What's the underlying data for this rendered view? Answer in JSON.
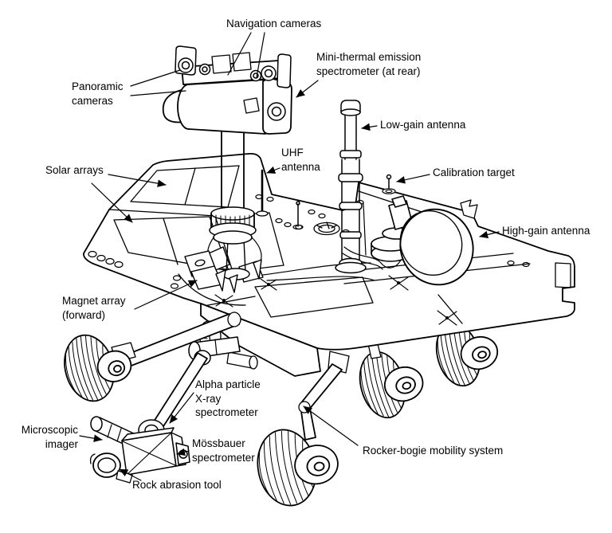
{
  "diagram": {
    "type": "labeled line-art diagram",
    "colors": {
      "background": "#ffffff",
      "line": "#000000",
      "text": "#000000"
    },
    "labels": {
      "navigation_cameras": "Navigation cameras",
      "mini_tes": "Mini-thermal emission\nspectrometer (at rear)",
      "panoramic_cameras": "Panoramic\ncameras",
      "low_gain": "Low-gain antenna",
      "uhf": "UHF\nantenna",
      "solar_arrays": "Solar arrays",
      "calibration_target": "Calibration target",
      "high_gain": "High-gain antenna",
      "magnet_array": "Magnet array\n(forward)",
      "apxs": "Alpha particle\nX-ray\nspectrometer",
      "microscopic_imager": "Microscopic\nimager",
      "mossbauer": "Mössbauer\nspectrometer",
      "rat": "Rock abrasion tool",
      "rocker_bogie": "Rocker-bogie mobility system"
    }
  }
}
